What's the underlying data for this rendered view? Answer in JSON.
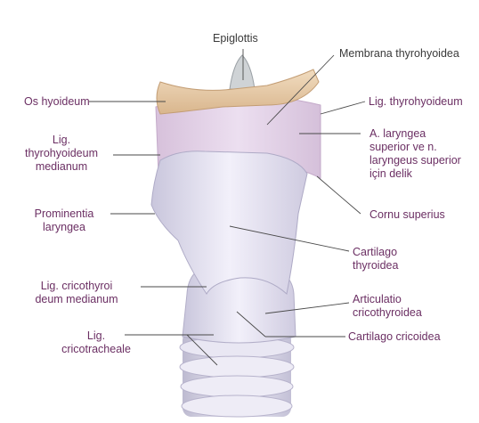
{
  "labels": {
    "epiglottis": "Epiglottis",
    "membrana_thyrohyoidea": "Membrana thyrohyoidea",
    "os_hyoideum": "Os hyoideum",
    "lig_thyrohyoideum": "Lig. thyrohyoideum",
    "lig_thyrohyoideum_medianum": [
      "Lig.",
      "thyrohyoideum",
      "medianum"
    ],
    "a_laryngea": [
      "A. laryngea",
      "superior ve n.",
      "laryngeus superior",
      "için delik"
    ],
    "prominentia_laryngea": [
      "Prominentia",
      "laryngea"
    ],
    "cornu_superius": "Cornu superius",
    "cartilago_thyroidea": [
      "Cartilago",
      "thyroidea"
    ],
    "lig_cricothyroideum_medianum": [
      "Lig. cricothyroi",
      "deum medianum"
    ],
    "articulatio_cricothyroidea": [
      "Articulatio",
      "cricothyroidea"
    ],
    "lig_cricotracheale": [
      "Lig.",
      "cricotracheale"
    ],
    "cartilago_cricoidea": "Cartilago cricoidea"
  },
  "colors": {
    "label_text": "#6b2f63",
    "leader_line": "#4a4a4a",
    "cartilage": "#e8e6f2",
    "membrane": "#ddc9e2",
    "bone": "#e8cda8"
  }
}
